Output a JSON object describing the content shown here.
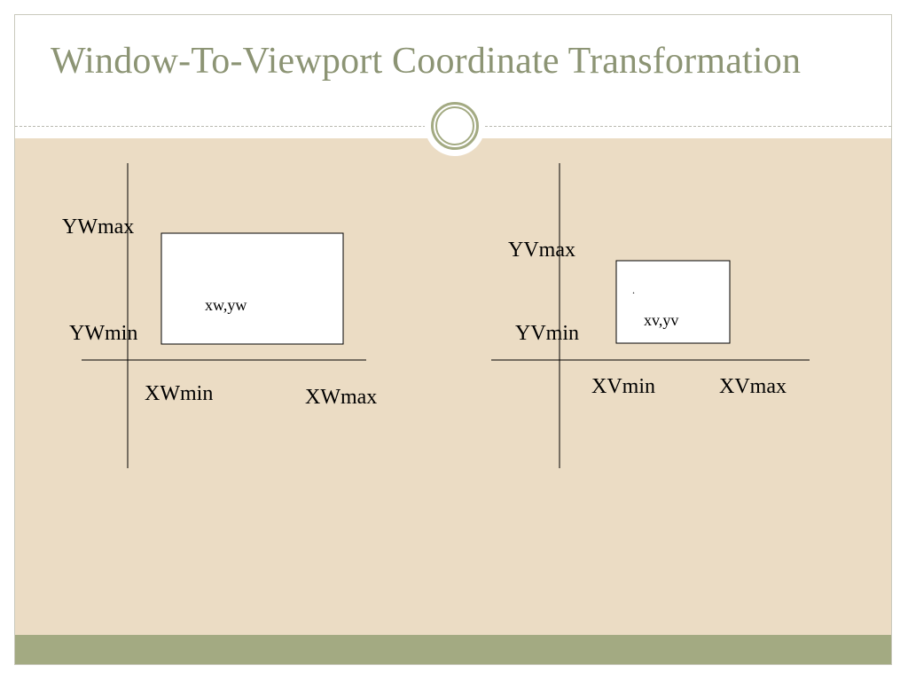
{
  "slide": {
    "title": "Window-To-Viewport Coordinate Transformation"
  },
  "colors": {
    "title": "#8c9474",
    "accent": "#a3aa82",
    "panel": "#ebdcc4"
  },
  "window_diagram": {
    "ywmax": "YWmax",
    "ywmin": "YWmin",
    "xwmin": "XWmin",
    "xwmax": "XWmax",
    "point_label": "xw,yw"
  },
  "viewport_diagram": {
    "yvmax": "YVmax",
    "yvmin": "YVmin",
    "xvmin": "XVmin",
    "xvmax": "XVmax",
    "point_marker": ".",
    "point_label": "xv,yv"
  }
}
